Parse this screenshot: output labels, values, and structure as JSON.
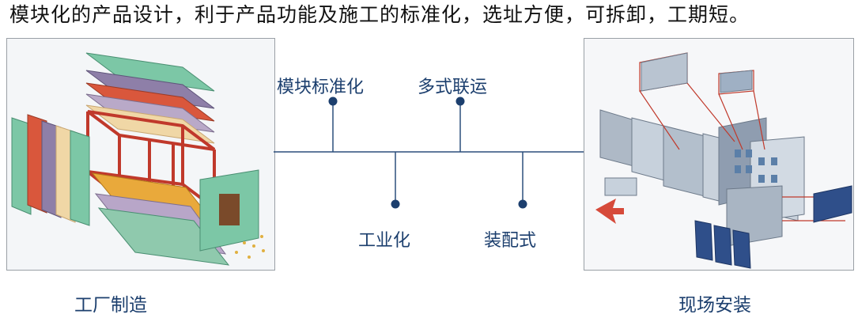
{
  "headline": "模块化的产品设计，利于产品功能及施工的标准化，选址方便，可拆卸，工期短。",
  "left_panel": {
    "caption": "工厂制造"
  },
  "right_panel": {
    "caption": "现场安装"
  },
  "hub": {
    "top_labels": [
      "模块标准化",
      "多式联运"
    ],
    "bottom_labels": [
      "工业化",
      "装配式"
    ]
  },
  "colors": {
    "accent": "#1c3f6e",
    "line": "#2c4f7c",
    "frame": "#c0392b"
  }
}
